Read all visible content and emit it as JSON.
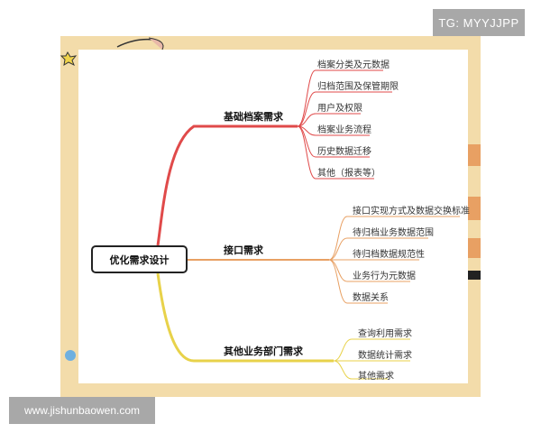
{
  "watermarks": {
    "top_right": "TG: MYYJJPP",
    "bottom_left": "www.jishunbaowen.com"
  },
  "colors": {
    "frame": "#f3dcaa",
    "branch_1": "#e04a4a",
    "branch_2": "#e8a063",
    "branch_3": "#e8d24a",
    "badge_bg": "#a8a8a8"
  },
  "mindmap": {
    "root": "优化需求设计",
    "branches": [
      {
        "label": "基础档案需求",
        "children": [
          "档案分类及元数据",
          "归档范围及保管期限",
          "用户及权限",
          "档案业务流程",
          "历史数据迁移",
          "其他（报表等）"
        ]
      },
      {
        "label": "接口需求",
        "children": [
          "接口实现方式及数据交换标准",
          "待归档业务数据范围",
          "待归档数据规范性",
          "业务行为元数据",
          "数据关系"
        ]
      },
      {
        "label": "其他业务部门需求",
        "children": [
          "查询利用需求",
          "数据统计需求",
          "其他需求"
        ]
      }
    ]
  }
}
